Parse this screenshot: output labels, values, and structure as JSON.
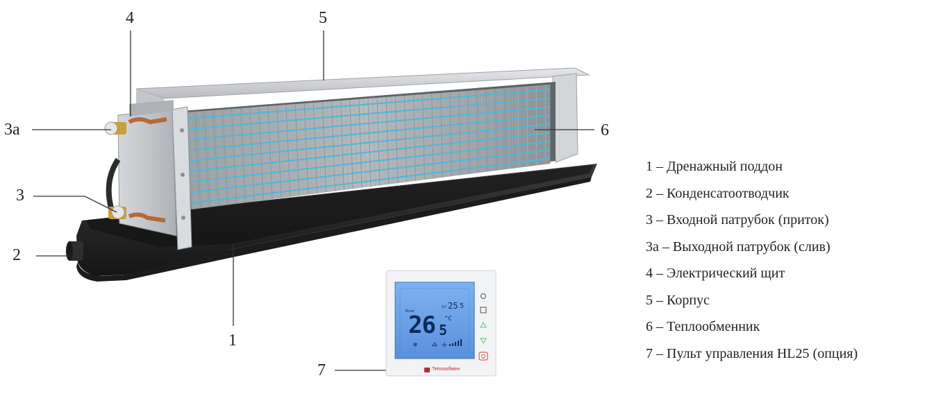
{
  "callouts": [
    {
      "id": "1",
      "label": "1"
    },
    {
      "id": "2",
      "label": "2"
    },
    {
      "id": "3",
      "label": "3"
    },
    {
      "id": "3a",
      "label": "3а"
    },
    {
      "id": "4",
      "label": "4"
    },
    {
      "id": "5",
      "label": "5"
    },
    {
      "id": "6",
      "label": "6"
    },
    {
      "id": "7",
      "label": "7"
    }
  ],
  "legend": [
    "1 – Дренажный поддон",
    "2 – Конденсатоотводчик",
    "3 – Входной патрубок (приток)",
    "3а – Выходной патрубок (слив)",
    "4 – Электрический щит",
    "5 – Корпус",
    "6 – Теплообменник",
    "7 – Пульт управления HL25 (опция)"
  ],
  "controller": {
    "temperature_main": "26",
    "temperature_decimal": "5",
    "unit": "°C",
    "room_label": "Room",
    "set_label": "SET",
    "set_temperature": "25",
    "set_decimal": "5",
    "brand": "Теплообмен"
  },
  "colors": {
    "tube": "#4fb8d8",
    "pan": "#2a2a2a",
    "casing": "#c9ccd0",
    "lcd": "#6aa3e8",
    "brand_red": "#c0272d"
  }
}
